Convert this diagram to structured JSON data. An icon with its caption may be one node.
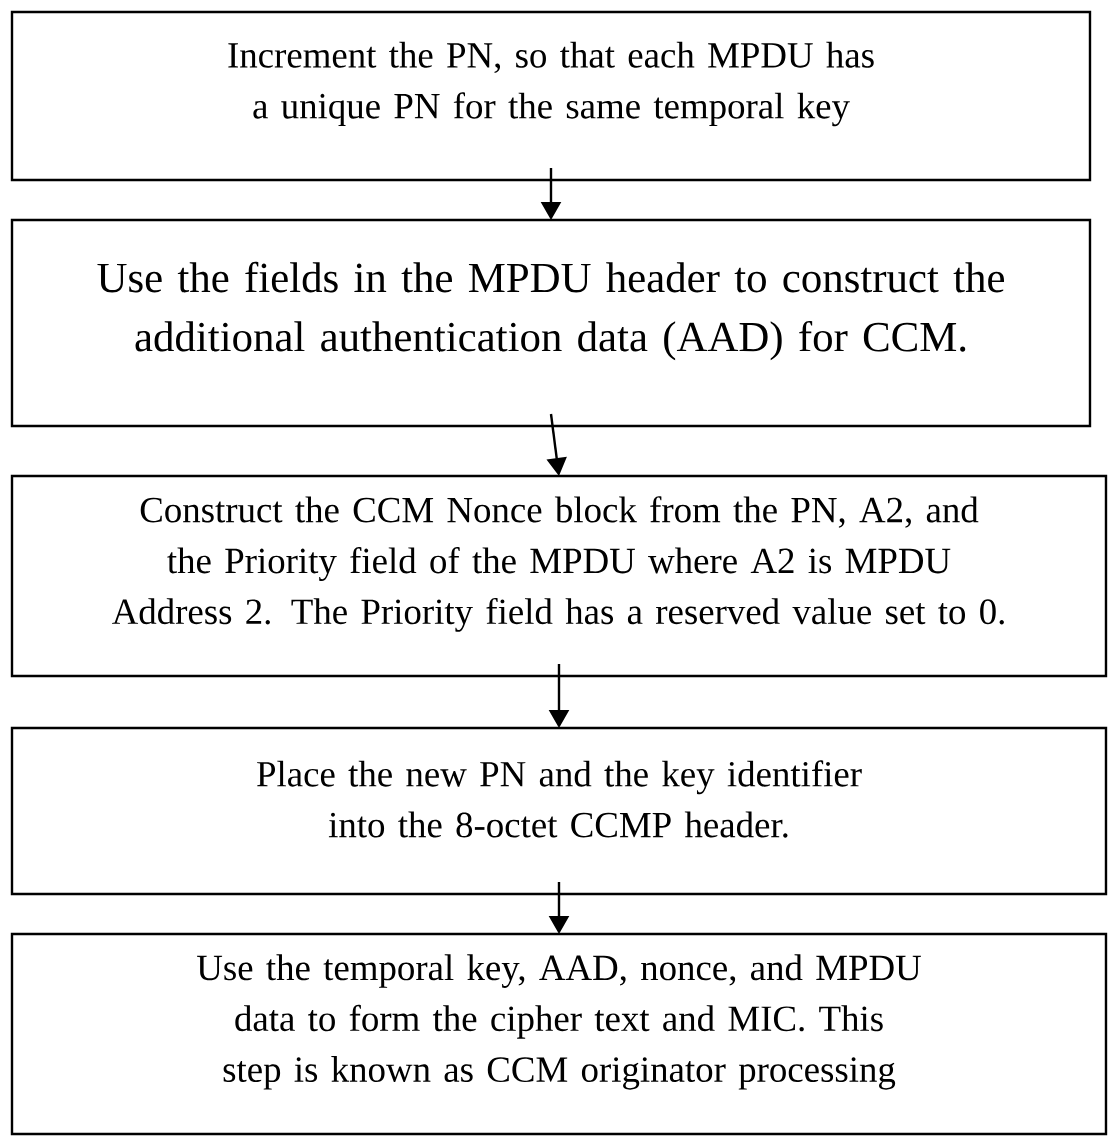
{
  "diagram": {
    "nodes": [
      {
        "text": [
          "Increment the PN, so that each MPDU has a unique PN for the same temporal key"
        ]
      },
      {
        "text": [
          "Use the fields in the MPDU header to construct the additional authentication data (AAD) for CCM."
        ]
      },
      {
        "text": [
          "Construct the CCM Nonce block from the PN, A2, and the Priority field of the MPDU where A2 is MPDU Address 2. The Priority field has a reserved value set to 0."
        ]
      },
      {
        "text": [
          "Place the new PN and the key identifier into the 8-octet CCMP header."
        ]
      },
      {
        "text": [
          "Use the temporal key, AAD, nonce, and MPDU data to form the cipher text and MIC. This step is known as CCM originator processing"
        ]
      }
    ],
    "edges": [
      {
        "from": 0,
        "to": 1,
        "arrow": "to"
      },
      {
        "from": 1,
        "to": 2,
        "arrow": "to"
      },
      {
        "from": 2,
        "to": 3,
        "arrow": "to"
      },
      {
        "from": 3,
        "to": 4,
        "arrow": "to"
      }
    ]
  }
}
